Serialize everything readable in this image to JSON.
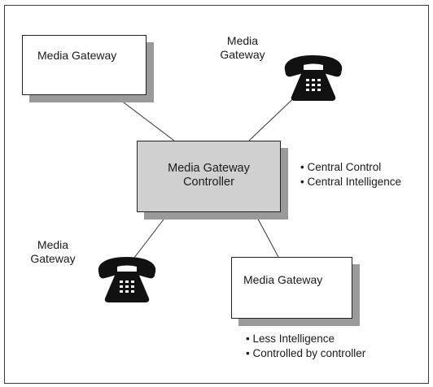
{
  "nodes": {
    "gateway_top_left": {
      "label": "Media Gateway"
    },
    "controller": {
      "line1": "Media Gateway",
      "line2": "Controller"
    },
    "gateway_bottom_right": {
      "label": "Media Gateway"
    },
    "phone_top": {
      "line1": "Media",
      "line2": "Gateway",
      "icon": "telephone-icon"
    },
    "phone_left": {
      "line1": "Media",
      "line2": "Gateway",
      "icon": "telephone-icon"
    }
  },
  "annotations": {
    "controller_bullets": [
      "• Central Control",
      "• Central Intelligence"
    ],
    "gateway_bullets": [
      "• Less Intelligence",
      "• Controlled by controller"
    ]
  },
  "colors": {
    "controller_fill": "#d0d0d0",
    "shadow": "#9a9a9a",
    "phone": "#111111"
  }
}
